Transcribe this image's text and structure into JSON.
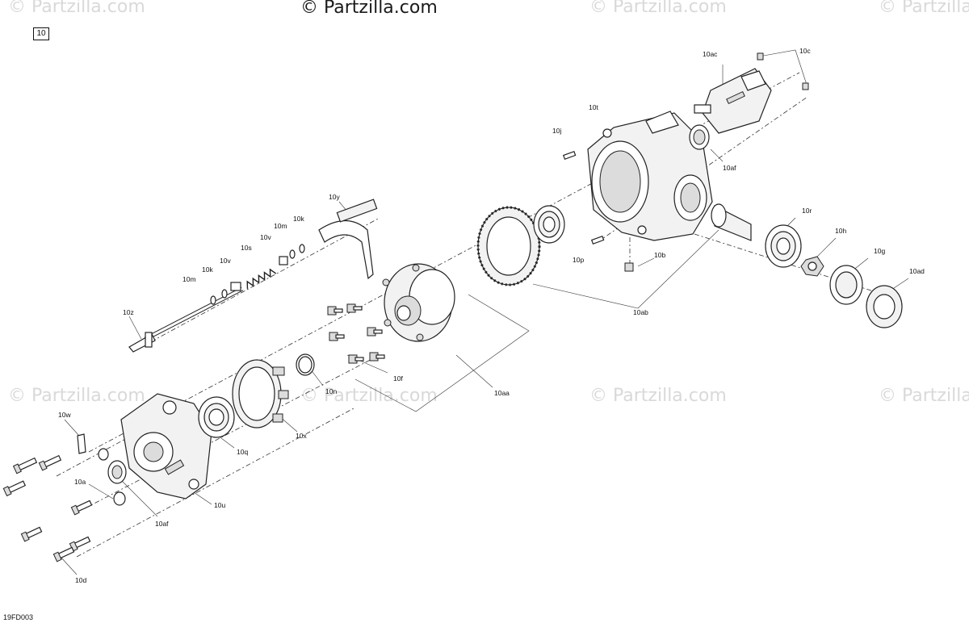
{
  "watermark": {
    "text": "© Partzilla.com",
    "brand": "© Partzilla.com"
  },
  "diagram": {
    "group_ref": "10",
    "drawing_code": "19FD003"
  },
  "labels": {
    "l10ac": "10ac",
    "l10c": "10c",
    "l10t": "10t",
    "l10j": "10j",
    "l10af_top": "10af",
    "l10y": "10y",
    "l10k_top": "10k",
    "l10m_top": "10m",
    "l10v_top": "10v",
    "l10s": "10s",
    "l10k_low": "10k",
    "l10m_low": "10m",
    "l10z": "10z",
    "l10r": "10r",
    "l10h": "10h",
    "l10g": "10g",
    "l10ad": "10ad",
    "l10p": "10p",
    "l10b": "10b",
    "l10ab": "10ab",
    "l10f": "10f",
    "l10n": "10n",
    "l10aa": "10aa",
    "l10w": "10w",
    "l10x": "10x",
    "l10q": "10q",
    "l10u": "10u",
    "l10a": "10a",
    "l10af_low": "10af",
    "l10d": "10d"
  }
}
